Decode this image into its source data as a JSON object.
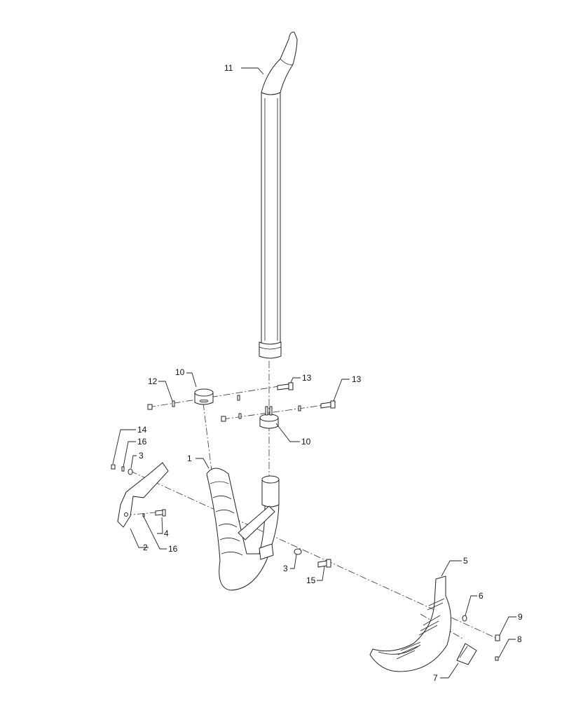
{
  "callouts": [
    {
      "id": "c11",
      "text": "11"
    },
    {
      "id": "c12",
      "text": "12"
    },
    {
      "id": "c10a",
      "text": "10"
    },
    {
      "id": "c13a",
      "text": "13"
    },
    {
      "id": "c13b",
      "text": "13"
    },
    {
      "id": "c10b",
      "text": "10"
    },
    {
      "id": "c14",
      "text": "14"
    },
    {
      "id": "c16a",
      "text": "16"
    },
    {
      "id": "c3a",
      "text": "3"
    },
    {
      "id": "c1",
      "text": "1"
    },
    {
      "id": "c4",
      "text": "4"
    },
    {
      "id": "c2",
      "text": "2"
    },
    {
      "id": "c16b",
      "text": "16"
    },
    {
      "id": "c3b",
      "text": "3"
    },
    {
      "id": "c15",
      "text": "15"
    },
    {
      "id": "c5",
      "text": "5"
    },
    {
      "id": "c6",
      "text": "6"
    },
    {
      "id": "c9",
      "text": "9"
    },
    {
      "id": "c8",
      "text": "8"
    },
    {
      "id": "c7",
      "text": "7"
    }
  ]
}
